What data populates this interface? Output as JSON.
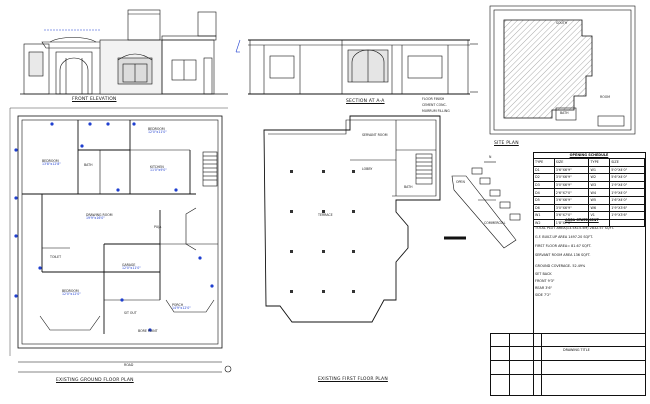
{
  "sheet": {
    "titles": {
      "front_elevation": "FRONT ELEVATION",
      "section": "SECTION AT A-A",
      "site_plan": "SITE PLAN",
      "ground_floor": "EXISTING GROUND FLOOR PLAN",
      "first_floor": "EXISTING FIRST FLOOR PLAN"
    },
    "section_notes": [
      "FLOOR FINISH",
      "CEMENT CONC.",
      "MURRUM FILLING"
    ],
    "road_label": "ROAD",
    "north_label": "N",
    "site_labels": {
      "south": "SOUTH",
      "open": "OPEN",
      "commercial": "COMMERCIAL",
      "room": "ROOM",
      "bath": "BATH"
    },
    "ground_rooms": [
      {
        "id": "bedroom1",
        "name": "BEDROOM",
        "size": "13'8\"x12'8\""
      },
      {
        "id": "bedroom2",
        "name": "BEDROOM",
        "size": "12'0\"x11'0\""
      },
      {
        "id": "kitchen",
        "name": "KITCHEN",
        "size": "11'0\"x9'0\""
      },
      {
        "id": "drawing",
        "name": "DRAWING ROOM",
        "size": "19'9\"x16'0\""
      },
      {
        "id": "puja",
        "name": "PUJA",
        "size": ""
      },
      {
        "id": "toilet",
        "name": "TOILET",
        "size": ""
      },
      {
        "id": "bath",
        "name": "BATH",
        "size": ""
      },
      {
        "id": "bedroom3",
        "name": "BEDROOM",
        "size": "12'0\"x12'0\""
      },
      {
        "id": "garage",
        "name": "GARAGE",
        "size": "12'0\"x11'0\""
      },
      {
        "id": "porch",
        "name": "PORCH",
        "size": "14'9\"x12'0\""
      },
      {
        "id": "sitout",
        "name": "SIT OUT",
        "size": ""
      },
      {
        "id": "bore",
        "name": "BORE POINT",
        "size": ""
      }
    ],
    "first_rooms": [
      {
        "id": "ff_terrace",
        "name": "TERRACE",
        "size": ""
      },
      {
        "id": "ff_servant",
        "name": "SERVANT ROOM",
        "size": ""
      },
      {
        "id": "ff_lobby",
        "name": "LOBBY",
        "size": ""
      },
      {
        "id": "ff_bath",
        "name": "BATH",
        "size": ""
      }
    ],
    "schedule": {
      "title": "OPENING SCHEDULE",
      "headers": [
        "TYPE",
        "SIZE",
        "TYPE",
        "SIZE"
      ],
      "rows": [
        [
          "D1",
          "3'6\"X6'9\"",
          "W1",
          "5'0\"X4'0\""
        ],
        [
          "D2",
          "3'0\"X6'9\"",
          "W2",
          "5'6\"X4'0\""
        ],
        [
          "D3",
          "3'0\"X6'9\"",
          "W3",
          "1'9\"X4'0\""
        ],
        [
          "D4",
          "2'6\"X7'0\"",
          "W4",
          "1'9\"X4'0\""
        ],
        [
          "D5",
          "3'6\"X6'9\"",
          "W5",
          "1'6\"X4'0\""
        ],
        [
          "D6",
          "3'0\"X6'9\"",
          "W6",
          "1'9\"X3'6\""
        ],
        [
          "W1",
          "3'6\"X7'0\"",
          "V1",
          "1'9\"X3'6\""
        ],
        [
          "W2",
          "1'8\"X7'0\"",
          "",
          ""
        ]
      ]
    },
    "area_statement": {
      "title": "AREA STATEMENT",
      "lines": [
        "TOTAL PLOT AREA(13.5X15.5M) 2832.57 SQFT.",
        "G.F. BUILT-UP AREA 1497.20 SQFT.",
        "FIRST FLOOR AREA= 81.67 SQFT.",
        "SERVANT ROOM AREA 136 SQFT.",
        "GROUND COVERAGE- 52.49%",
        "SET BACK",
        "FRONT 9'3\"",
        "REAR 3'6\"",
        "SIDE 7'2\""
      ]
    },
    "title_block_text": "DRAWING TITLE"
  }
}
